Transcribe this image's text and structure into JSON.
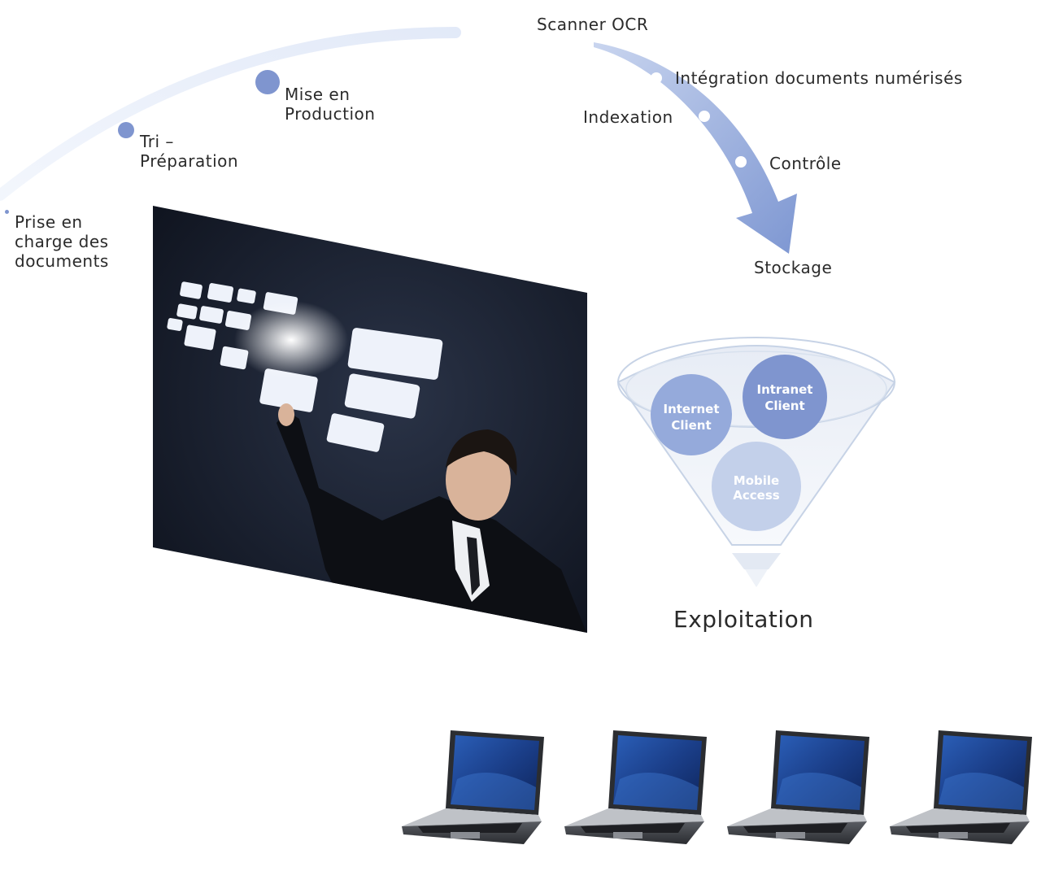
{
  "prep_steps": [
    {
      "label": "Prise en\ncharge des\ndocuments"
    },
    {
      "label": "Tri –\nPréparation"
    },
    {
      "label": "Mise en\nProduction"
    }
  ],
  "scan_flow": {
    "scanner": "Scanner OCR",
    "integration": "Intégration documents numérisés",
    "indexation": "Indexation",
    "controle": "Contrôle",
    "stockage": "Stockage"
  },
  "funnel": {
    "internet": {
      "line1": "Internet",
      "line2": "Client"
    },
    "intranet": {
      "line1": "Intranet",
      "line2": "Client"
    },
    "mobile": {
      "line1": "Mobile",
      "line2": "Access"
    },
    "output": "Exploitation"
  },
  "laptops": [
    {
      "name": "laptop-1"
    },
    {
      "name": "laptop-2"
    },
    {
      "name": "laptop-3"
    },
    {
      "name": "laptop-4"
    }
  ],
  "colors": {
    "accent": "#7f95cf",
    "funnel_circle": "#95aadb",
    "photo_bg": "#141a27"
  }
}
